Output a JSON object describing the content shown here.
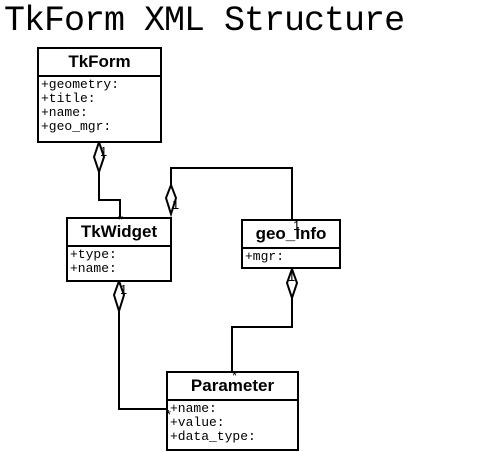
{
  "title": "TkForm XML Structure",
  "classes": {
    "tkform": {
      "name": "TkForm",
      "attrs": [
        "+geometry:",
        "+title:",
        "+name:",
        "+geo_mgr:"
      ]
    },
    "tkwidget": {
      "name": "TkWidget",
      "attrs": [
        "+type:",
        "+name:"
      ]
    },
    "geo_info": {
      "name": "geo_info",
      "attrs": [
        "+mgr:"
      ]
    },
    "parameter": {
      "name": "Parameter",
      "attrs": [
        "+name:",
        "+value:",
        "+data_type:"
      ]
    }
  },
  "multiplicities": {
    "tkform_widget_one": "1",
    "tkform_widget_many": "*",
    "widget_geo_one": "1",
    "widget_geo_many": "1",
    "widget_param_one": "1",
    "widget_param_many": "*",
    "geo_param_one": "1",
    "geo_param_many": "*"
  }
}
